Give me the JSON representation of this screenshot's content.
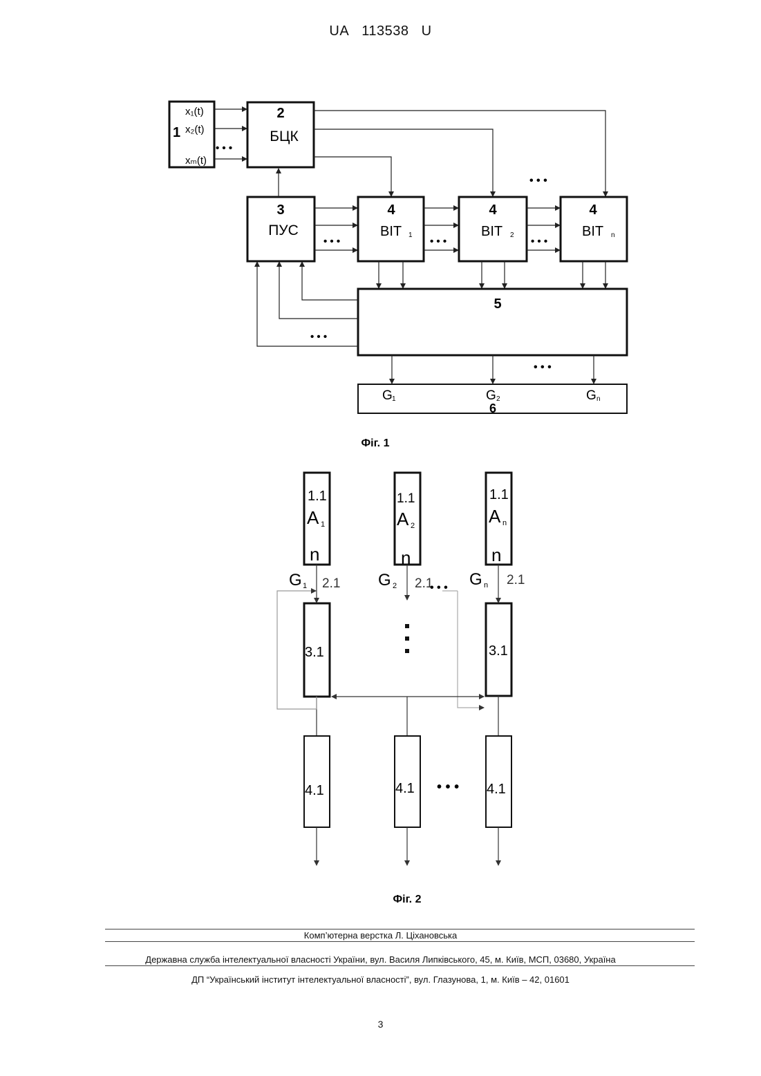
{
  "header": {
    "country": "UA",
    "number": "113538",
    "kind": "U"
  },
  "fig1": {
    "caption": "Фіг. 1",
    "block1": {
      "num": "1",
      "inputs": [
        "x₁(t)",
        "x₂(t)",
        "xₘ(t)"
      ]
    },
    "block2": {
      "num": "2",
      "label": "БЦК"
    },
    "block3": {
      "num": "3",
      "label": "ПУС"
    },
    "block4": [
      {
        "num": "4",
        "label": "ВІТ",
        "sub": "1"
      },
      {
        "num": "4",
        "label": "ВІТ",
        "sub": "2"
      },
      {
        "num": "4",
        "label": "ВІТ",
        "sub": "n"
      }
    ],
    "block5": {
      "num": "5"
    },
    "block6": {
      "num": "6",
      "outputs": [
        {
          "label": "G",
          "sub": "1"
        },
        {
          "label": "G",
          "sub": "2"
        },
        {
          "label": "G",
          "sub": "n"
        }
      ]
    },
    "ellipsis": "• • •"
  },
  "fig2": {
    "caption": "Фіг. 2",
    "columns": [
      {
        "top_num": "1.1",
        "a_label": "A",
        "a_sub": "1",
        "n": "n",
        "g_label": "G",
        "g_sub": "1",
        "link": "2.1",
        "mid": "3.1",
        "bottom": "4.1"
      },
      {
        "top_num": "1.1",
        "a_label": "A",
        "a_sub": "2",
        "n": "n",
        "g_label": "G",
        "g_sub": "2",
        "link": "2.1",
        "mid": "",
        "bottom": "4.1"
      },
      {
        "top_num": "1.1",
        "a_label": "A",
        "a_sub": "n",
        "n": "n",
        "g_label": "G",
        "g_sub": "n",
        "link": "2.1",
        "mid": "3.1",
        "bottom": "4.1"
      }
    ],
    "ellipsis": "• • •"
  },
  "footer": {
    "line1": "Комп’ютерна верстка Л. Ціхановська",
    "line2": "Державна служба інтелектуальної власності України, вул. Василя Липківського, 45, м. Київ, МСП, 03680, Україна",
    "line3": "ДП “Український інститут інтелектуальної власності”, вул. Глазунова, 1, м. Київ – 42, 01601"
  },
  "page_number": "3"
}
